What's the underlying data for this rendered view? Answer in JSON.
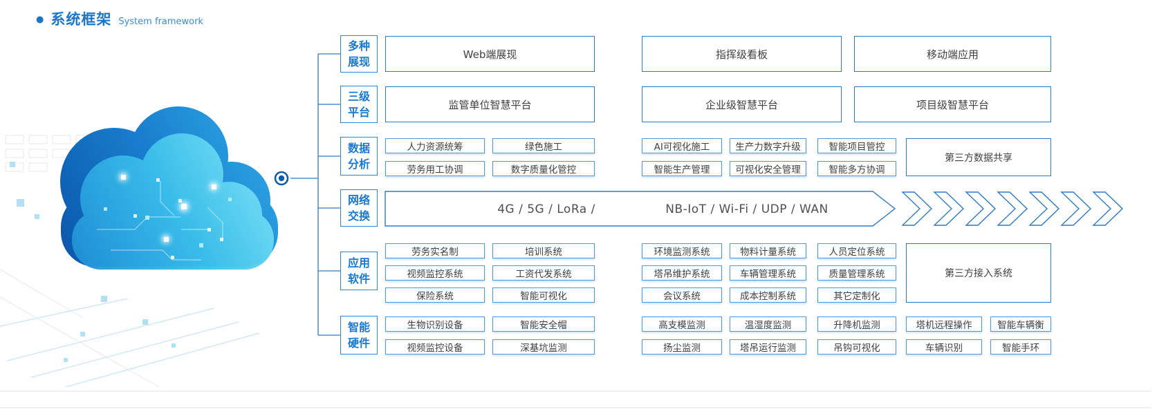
{
  "title": {
    "zh": "系统框架",
    "en": "System framework"
  },
  "colors": {
    "accent_blue": "#1b76c9",
    "box_border_dark": "#2e79c6",
    "box_border_light": "#4f97d6",
    "label_text": "#1878d2",
    "body_text": "#3f3f3f"
  },
  "branches": [
    {
      "label": [
        "多种",
        "展现"
      ],
      "boxes": [
        "Web端展现",
        "指挥级看板",
        "移动端应用"
      ]
    },
    {
      "label": [
        "三级",
        "平台"
      ],
      "boxes": [
        "监管单位智慧平台",
        "企业级智慧平台",
        "项目级智慧平台"
      ]
    },
    {
      "label": [
        "数据",
        "分析"
      ],
      "left": [
        [
          "人力资源统筹",
          "绿色施工"
        ],
        [
          "劳务用工协调",
          "数字质量化管控"
        ]
      ],
      "right": [
        [
          "AI可视化施工",
          "生产力数字升级",
          "智能项目管控"
        ],
        [
          "智能生产管理",
          "可视化安全管理",
          "智能多方协调"
        ]
      ],
      "tall": "第三方数据共享"
    },
    {
      "label": [
        "网络",
        "交换"
      ],
      "band_left": "4G / 5G / LoRa /",
      "band_right": "NB-IoT / Wi-Fi / UDP / WAN"
    },
    {
      "label": [
        "应用",
        "软件"
      ],
      "left": [
        [
          "劳务实名制",
          "培训系统"
        ],
        [
          "视频监控系统",
          "工资代发系统"
        ],
        [
          "保险系统",
          "智能可视化"
        ]
      ],
      "right": [
        [
          "环境监测系统",
          "物料计量系统",
          "人员定位系统"
        ],
        [
          "塔吊维护系统",
          "车辆管理系统",
          "质量管理系统"
        ],
        [
          "会议系统",
          "成本控制系统",
          "其它定制化"
        ]
      ],
      "tall": "第三方接入系统"
    },
    {
      "label": [
        "智能",
        "硬件"
      ],
      "left": [
        [
          "生物识别设备",
          "智能安全帽"
        ],
        [
          "视频监控设备",
          "深基坑监测"
        ]
      ],
      "right": [
        [
          "高支模监测",
          "温湿度监测",
          "升降机监测",
          "塔机远程操作",
          "智能车辆衡"
        ],
        [
          "扬尘监测",
          "塔吊运行监测",
          "吊钩可视化",
          "车辆识别",
          "智能手环"
        ]
      ]
    }
  ]
}
